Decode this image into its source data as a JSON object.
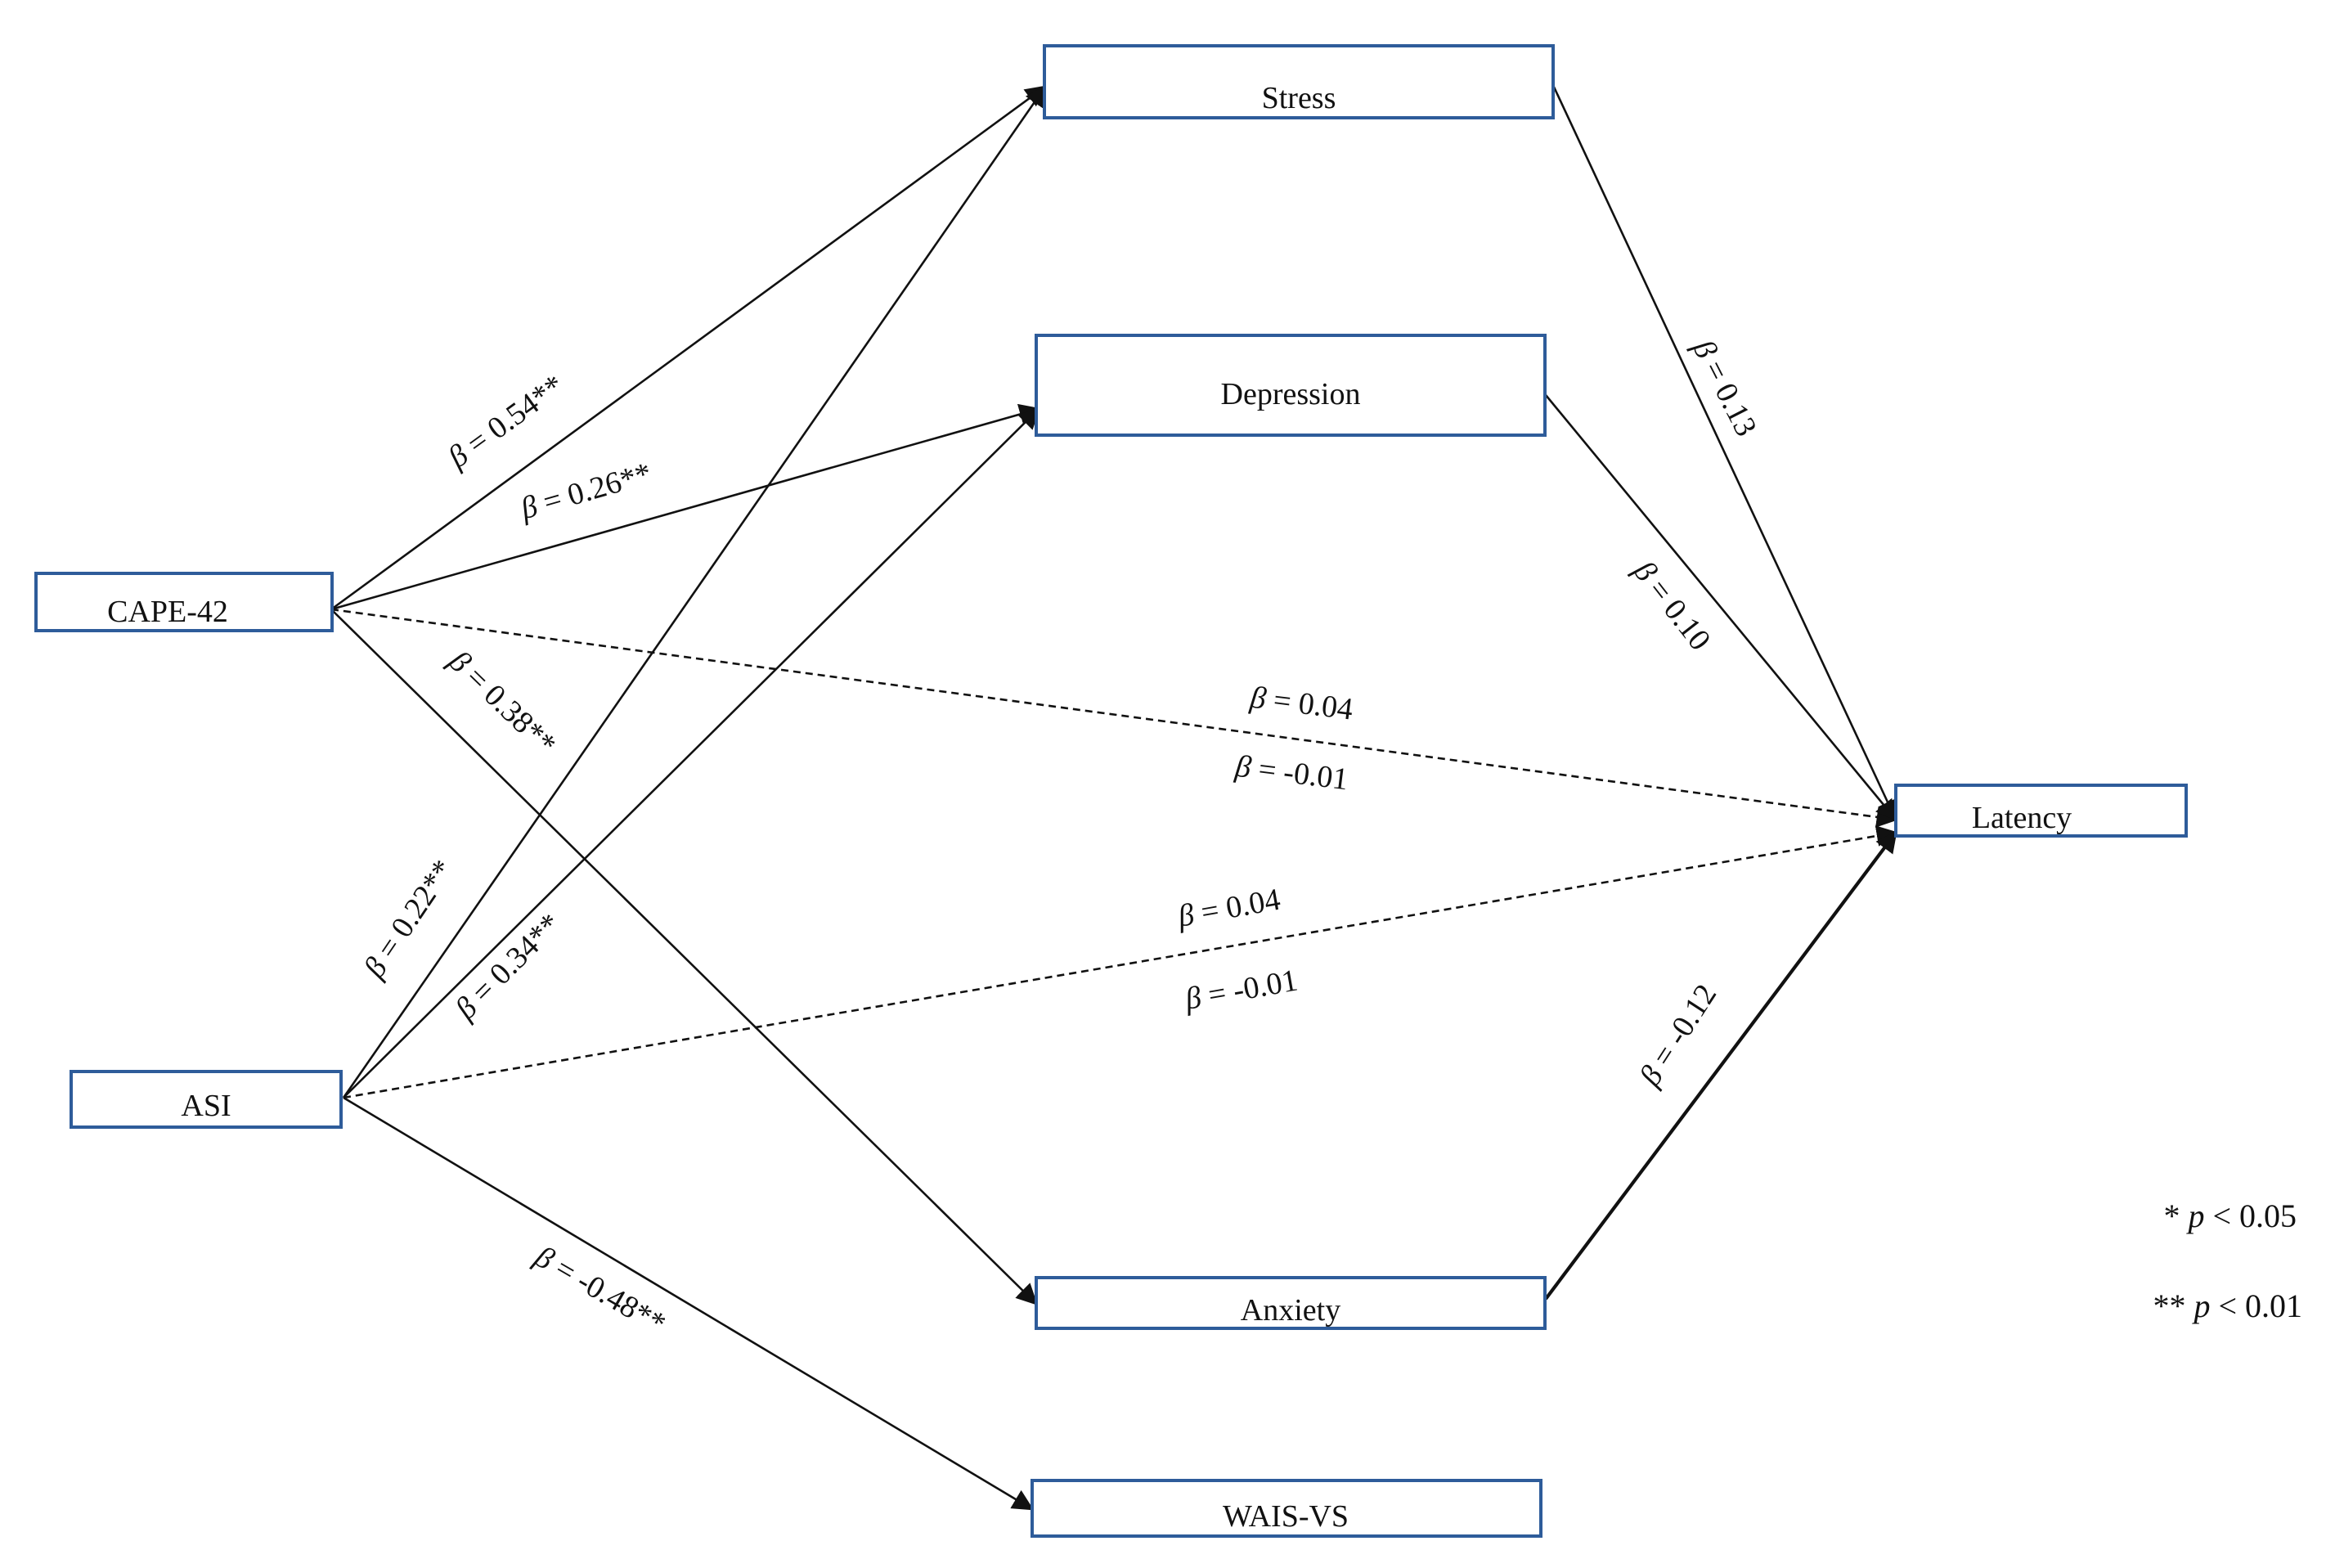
{
  "nodes": {
    "cape42": "CAPE-42",
    "asi": "ASI",
    "stress": "Stress",
    "depression": "Depression",
    "anxiety": "Anxiety",
    "waisvs": "WAIS-VS",
    "latency": "Latency"
  },
  "edges": {
    "cape_stress": {
      "beta": "β",
      "value": " = 0.54**"
    },
    "cape_depression": {
      "beta": "β",
      "value": " = 0.26**"
    },
    "cape_anxiety": {
      "beta": "β",
      "value": " = 0.38**"
    },
    "cape_latency_a": {
      "beta": "β",
      "value": " = 0.04"
    },
    "cape_latency_b": {
      "beta": "β",
      "value": " = -0.01"
    },
    "asi_stress": {
      "beta": "β",
      "value": " = 0.22**"
    },
    "asi_depression": {
      "beta": "β",
      "value": " = 0.34**"
    },
    "asi_latency_a": {
      "beta": "β",
      "value": " = 0.04"
    },
    "asi_latency_b": {
      "beta": "β",
      "value": " = -0.01"
    },
    "asi_wais": {
      "beta": "β",
      "value": " = -0.48**"
    },
    "stress_latency": {
      "beta": "β",
      "value": " = 0.13"
    },
    "depression_latency": {
      "beta": "β",
      "value": " = 0.10"
    },
    "anxiety_latency": {
      "beta": "β",
      "value": " = -0.12"
    }
  },
  "legend": {
    "star1_prefix": "* ",
    "p1": "p",
    "star1_suffix": " < 0.05",
    "star2_prefix": "** ",
    "p2": "p",
    "star2_suffix": " < 0.01"
  }
}
